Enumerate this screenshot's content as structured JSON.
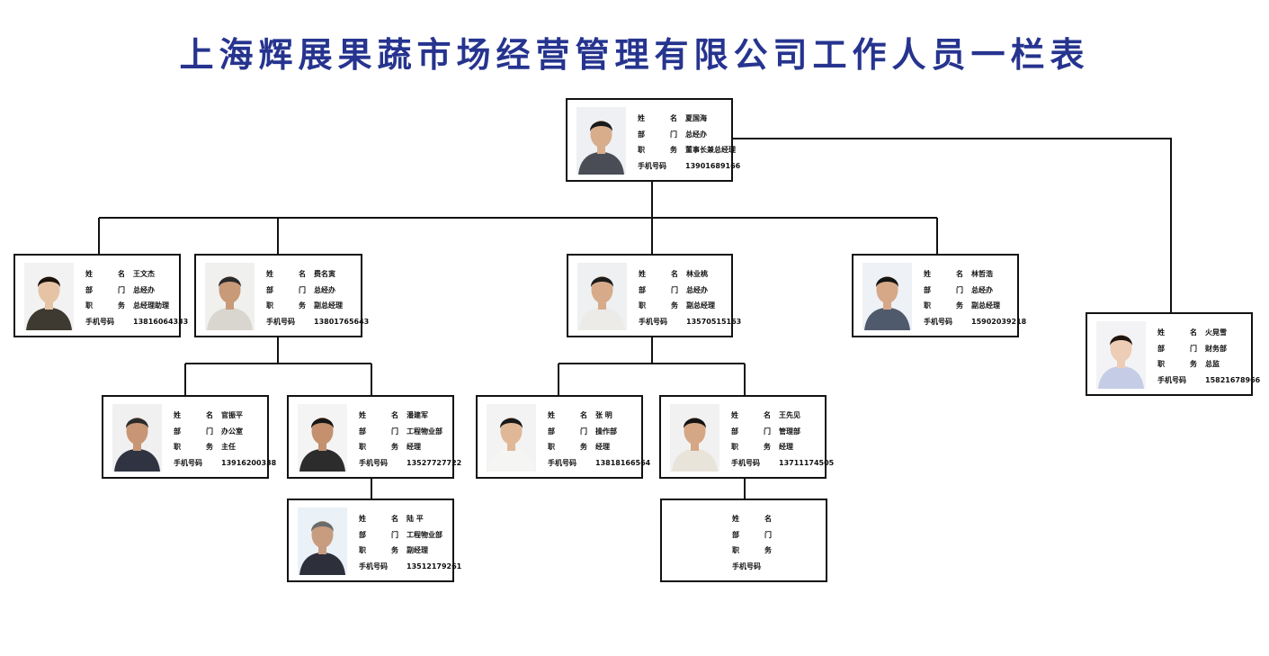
{
  "title": "上海辉展果蔬市场经营管理有限公司工作人员一栏表",
  "labels": {
    "name": [
      "姓",
      "名"
    ],
    "dept": [
      "部",
      "门"
    ],
    "title": [
      "职",
      "务"
    ],
    "phone": "手机号码"
  },
  "people": [
    {
      "id": "xia",
      "name": "夏国海",
      "dept": "总经办",
      "title": "董事长兼总经理",
      "phone": "13901689166",
      "photo": {
        "bg": "#eef0f4",
        "skin": "#d8ad8c",
        "hair": "#1a1a1a",
        "shirt": "#4a4d55"
      }
    },
    {
      "id": "wangwj",
      "name": "王文杰",
      "dept": "总经办",
      "title": "总经理助理",
      "phone": "13816064333",
      "photo": {
        "bg": "#f2f2f2",
        "skin": "#e7c3a6",
        "hair": "#1a120c",
        "shirt": "#3e3a32"
      }
    },
    {
      "id": "fei",
      "name": "费名寅",
      "dept": "总经办",
      "title": "副总经理",
      "phone": "13801765643",
      "photo": {
        "bg": "#f0f0ef",
        "skin": "#c99a78",
        "hair": "#2a2a2a",
        "shirt": "#d9d6cf"
      }
    },
    {
      "id": "lin",
      "name": "林业桃",
      "dept": "总经办",
      "title": "副总经理",
      "phone": "13570515163",
      "photo": {
        "bg": "#eef0f2",
        "skin": "#d7ab8a",
        "hair": "#1c1c1c",
        "shirt": "#ecebe8"
      }
    },
    {
      "id": "linzh",
      "name": "林哲浩",
      "dept": "总经办",
      "title": "副总经理",
      "phone": "15902039218",
      "photo": {
        "bg": "#eef1f5",
        "skin": "#d6a887",
        "hair": "#151515",
        "shirt": "#4f5a6c"
      }
    },
    {
      "id": "huo",
      "name": "火晃雪",
      "dept": "财务部",
      "title": "总监",
      "phone": "15821678966",
      "photo": {
        "bg": "#f3f3f6",
        "skin": "#edcdb6",
        "hair": "#20160f",
        "shirt": "#c5cde6"
      }
    },
    {
      "id": "guan",
      "name": "官振平",
      "dept": "办公室",
      "title": "主任",
      "phone": "13916200338",
      "photo": {
        "bg": "#f0f0f0",
        "skin": "#c89575",
        "hair": "#2b2b2b",
        "shirt": "#2f3342"
      }
    },
    {
      "id": "pan",
      "name": "潘建军",
      "dept": "工程物业部",
      "title": "经理",
      "phone": "13527727722",
      "photo": {
        "bg": "#f4f4f4",
        "skin": "#c4906d",
        "hair": "#171717",
        "shirt": "#2c2c2c"
      }
    },
    {
      "id": "zhang",
      "name": "张  明",
      "dept": "操作部",
      "title": "经理",
      "phone": "13818166564",
      "photo": {
        "bg": "#f3f3f3",
        "skin": "#e0b897",
        "hair": "#191919",
        "shirt": "#f5f5f3"
      }
    },
    {
      "id": "wangxj",
      "name": "王先见",
      "dept": "管理部",
      "title": "经理",
      "phone": "13711174505",
      "photo": {
        "bg": "#f1f1f1",
        "skin": "#d5a785",
        "hair": "#141414",
        "shirt": "#e8e4da"
      }
    },
    {
      "id": "lu",
      "name": "陆  平",
      "dept": "工程物业部",
      "title": "副经理",
      "phone": "13512179261",
      "photo": {
        "bg": "#eaf1f7",
        "skin": "#c79c7f",
        "hair": "#6b6b6b",
        "shirt": "#2d2f3a"
      }
    },
    {
      "id": "blank",
      "name": "",
      "dept": "",
      "title": "",
      "phone": "",
      "photo": null
    }
  ]
}
